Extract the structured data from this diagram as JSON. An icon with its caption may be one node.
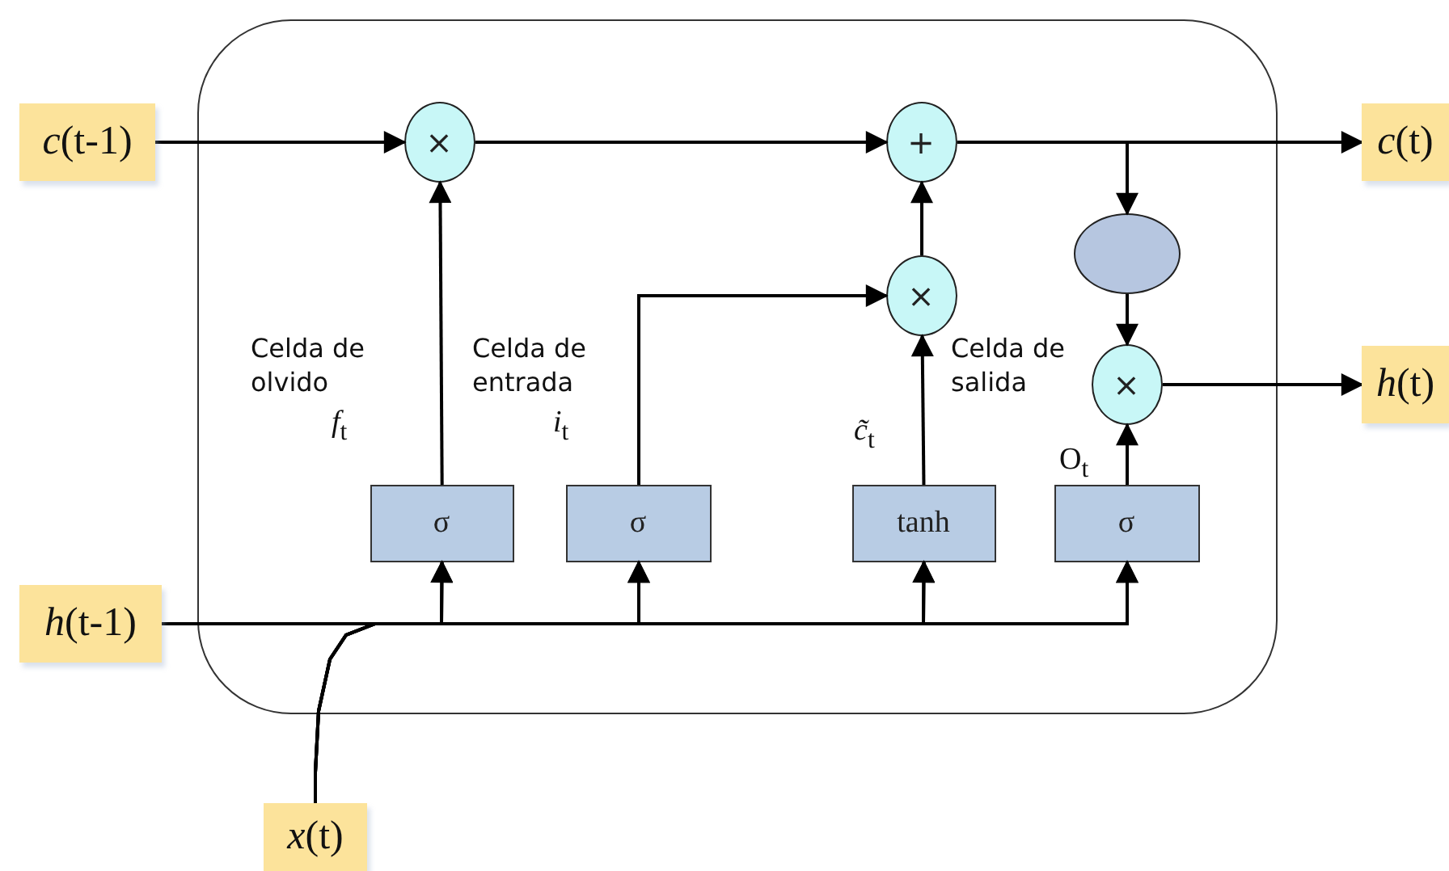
{
  "diagram": {
    "nodes": [
      {
        "text": [],
        "shape": "box"
      },
      {
        "text": [
          "*c*(t-1)"
        ]
      },
      {
        "text": [
          "*h*(t-1)"
        ]
      },
      {
        "text": [
          "*x*(t)"
        ]
      },
      {
        "text": [
          "*c*(t)"
        ]
      },
      {
        "text": [
          "*h*(t)"
        ]
      },
      {
        "text": [
          "×"
        ],
        "in": 0
      },
      {
        "text": [
          "+"
        ],
        "in": 0
      },
      {
        "text": [
          "×"
        ],
        "in": 0
      },
      {
        "text": [],
        "shape": "circle",
        "in": 0
      },
      {
        "text": [
          "×"
        ],
        "in": 0
      },
      {
        "text": [
          "σ"
        ],
        "in": 0
      },
      {
        "text": [
          "σ"
        ],
        "in": 0
      },
      {
        "text": [
          "tanh"
        ],
        "in": 0
      },
      {
        "text": [
          "σ"
        ],
        "in": 0
      }
    ],
    "edges": [
      {
        "from": 1,
        "to": 6,
        "arrow": "to"
      },
      {
        "from": 6,
        "to": 7,
        "arrow": "to"
      },
      {
        "from": 7,
        "to": 4,
        "arrow": "to"
      },
      {
        "from": 7,
        "to": 9,
        "arrow": "to"
      },
      {
        "from": 9,
        "to": 10,
        "arrow": "to"
      },
      {
        "from": 10,
        "to": 5,
        "arrow": "to"
      },
      {
        "from": 11,
        "to": 6,
        "arrow": "to"
      },
      {
        "from": 12,
        "to": 8,
        "arrow": "to"
      },
      {
        "from": 13,
        "to": 8,
        "arrow": "to"
      },
      {
        "from": 8,
        "to": 7,
        "arrow": "to"
      },
      {
        "from": 14,
        "to": 10,
        "arrow": "to"
      },
      {
        "from": 2,
        "to": 11,
        "arrow": "to"
      },
      {
        "from": 2,
        "to": 12,
        "arrow": "to"
      },
      {
        "from": 2,
        "to": 13,
        "arrow": "to"
      },
      {
        "from": 2,
        "to": 14,
        "arrow": "to"
      },
      {
        "from": 3,
        "to": 11,
        "arrow": "to"
      },
      {
        "from": 3,
        "to": 12,
        "arrow": "to"
      },
      {
        "from": 3,
        "to": 13,
        "arrow": "to"
      },
      {
        "from": 3,
        "to": 14,
        "arrow": "to"
      }
    ],
    "labels": [
      "Celda de olvido",
      "Celda de entrada",
      "Celda de salida",
      "*f*$_{t}$",
      "*i*$_{t}$",
      "*c̃*$_{t}$",
      "O$_{t}$"
    ]
  }
}
